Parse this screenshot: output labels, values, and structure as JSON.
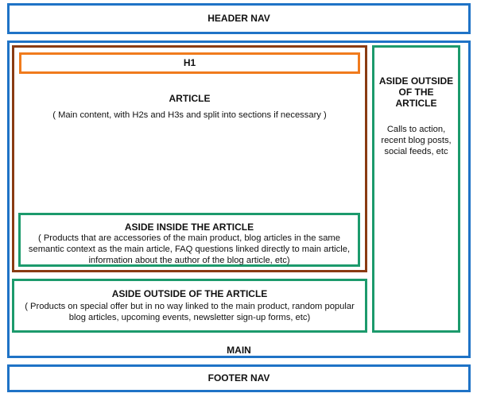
{
  "header_nav": {
    "title": "HEADER NAV"
  },
  "main": {
    "title": "MAIN"
  },
  "footer_nav": {
    "title": "FOOTER NAV"
  },
  "article": {
    "title": "ARTICLE",
    "description": "( Main content, with H2s and H3s and split into sections if necessary )",
    "h1": "H1",
    "aside_inside": {
      "title": "ASIDE INSIDE THE ARTICLE",
      "description": "( Products that are accessories of the main product, blog articles in the same semantic context as the main article, FAQ questions linked directly to main article, information about the author of the blog article, etc)"
    }
  },
  "aside_outside_bottom": {
    "title": "ASIDE OUTSIDE OF THE ARTICLE",
    "description": "( Products on special offer but in no way linked to the main product, random popular blog articles, upcoming events, newsletter sign-up forms, etc)"
  },
  "aside_outside_right": {
    "title": "ASIDE OUTSIDE OF THE ARTICLE",
    "description": "Calls to action, recent blog posts, social feeds, etc"
  },
  "colors": {
    "nav_and_main": "#1f73c6",
    "article": "#8a3b12",
    "h1": "#f07b1d",
    "aside": "#1c9a6c"
  }
}
